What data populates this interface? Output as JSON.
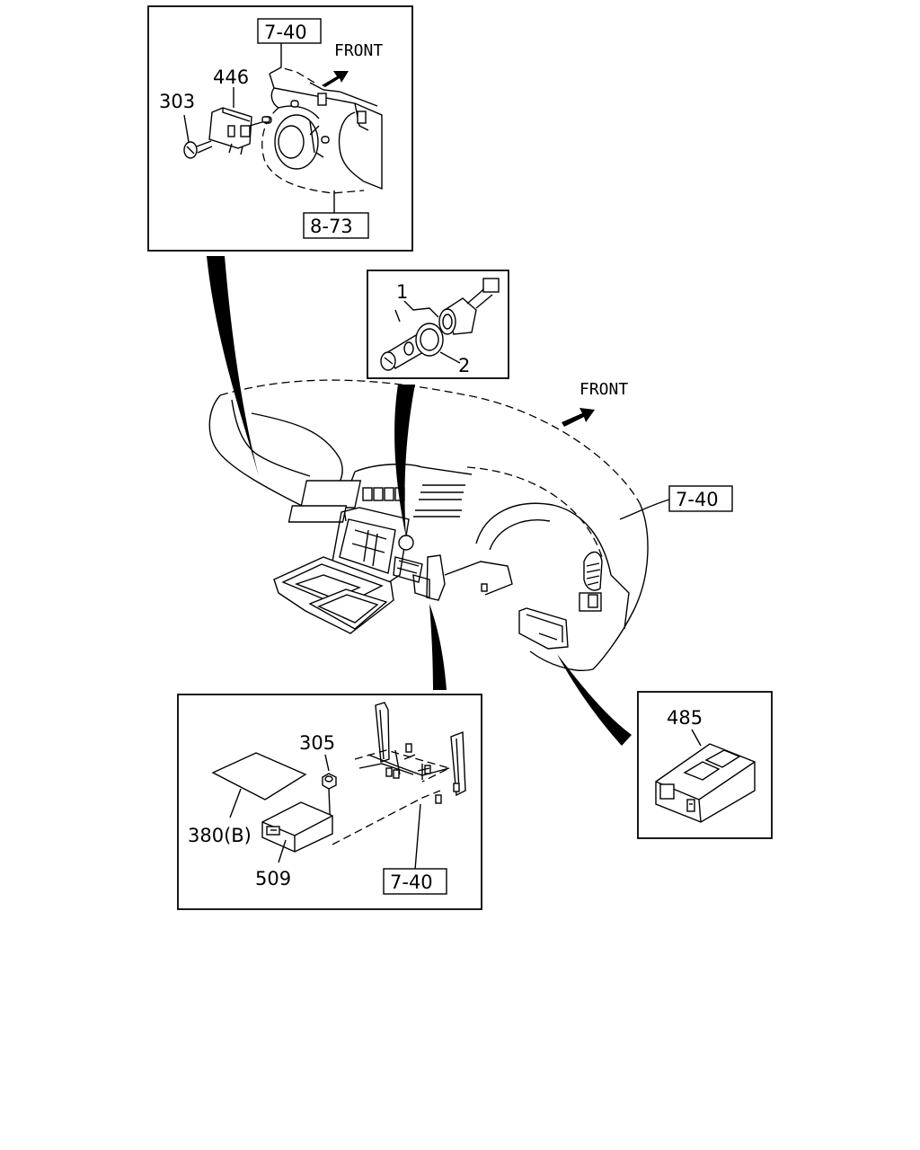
{
  "labels": {
    "ref_top": "7-40",
    "front_top": "FRONT",
    "part_446": "446",
    "part_303": "303",
    "ref_873": "8-73",
    "part_1": "1",
    "part_2": "2",
    "front_main": "FRONT",
    "ref_main": "7-40",
    "part_305": "305",
    "part_380b": "380(B)",
    "part_509": "509",
    "ref_bottom": "7-40",
    "part_485": "485"
  }
}
